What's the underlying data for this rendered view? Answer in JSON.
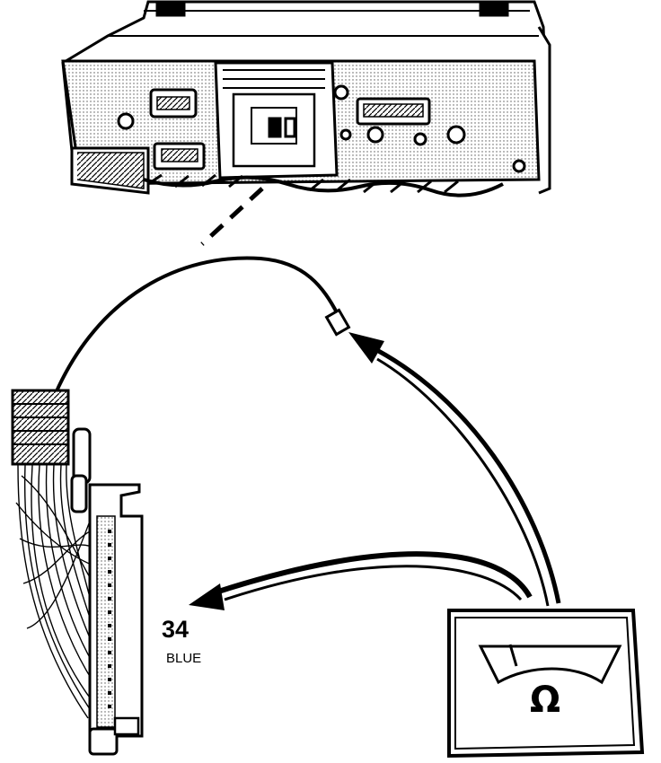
{
  "labels": {
    "pin_number": "34",
    "wire_color": "BLUE",
    "meter_symbol": "Ω"
  },
  "icons": [
    "instrument-cluster-icon",
    "connector-plug-icon",
    "circuit-board-icon",
    "ohmmeter-icon"
  ],
  "colors": {
    "ink": "#000000",
    "paper": "#ffffff",
    "shade": "#d8d8d8"
  }
}
